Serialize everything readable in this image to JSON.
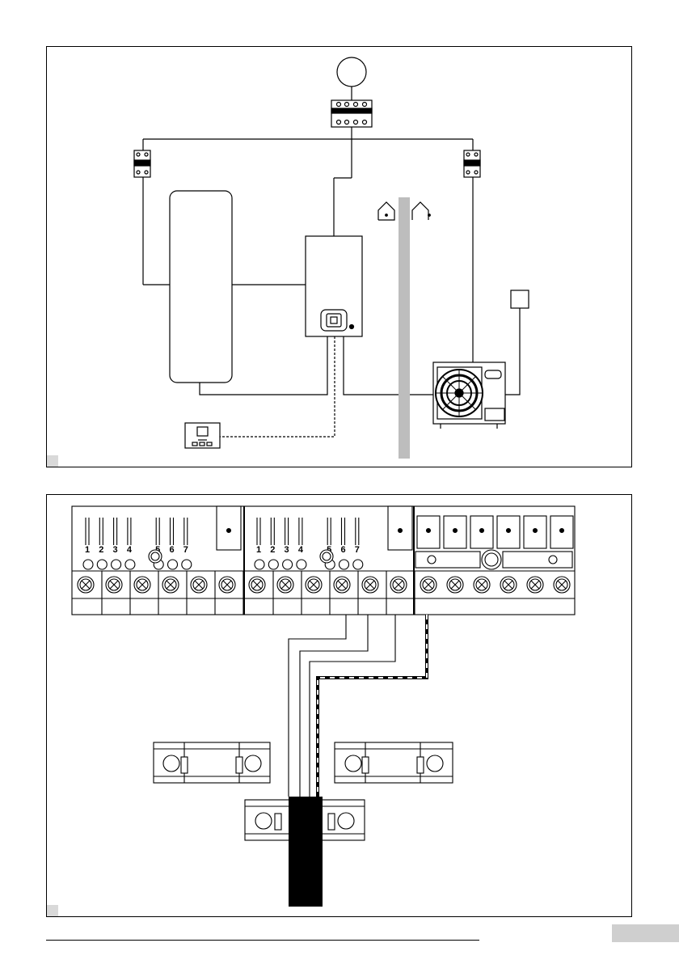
{
  "diagram_top": {
    "components": [
      "power-supply",
      "main-switch",
      "breaker-left",
      "breaker-right",
      "storage-tank",
      "indoor-unit",
      "outdoor-unit",
      "room-thermostat",
      "auxiliary-box",
      "wall"
    ],
    "icons": [
      "house-icon",
      "house-icon"
    ]
  },
  "diagram_bottom": {
    "terminal_block_1": {
      "labels": [
        "1",
        "2",
        "3",
        "4",
        "5",
        "6",
        "7"
      ]
    },
    "terminal_block_2": {
      "labels": [
        "1",
        "2",
        "3",
        "4",
        "5",
        "6",
        "7"
      ]
    },
    "terminal_block_3": {
      "positions": 6
    }
  },
  "colors": {
    "line": "#000000",
    "wall": "#bdbdbd",
    "tab": "#cfcfcf"
  }
}
